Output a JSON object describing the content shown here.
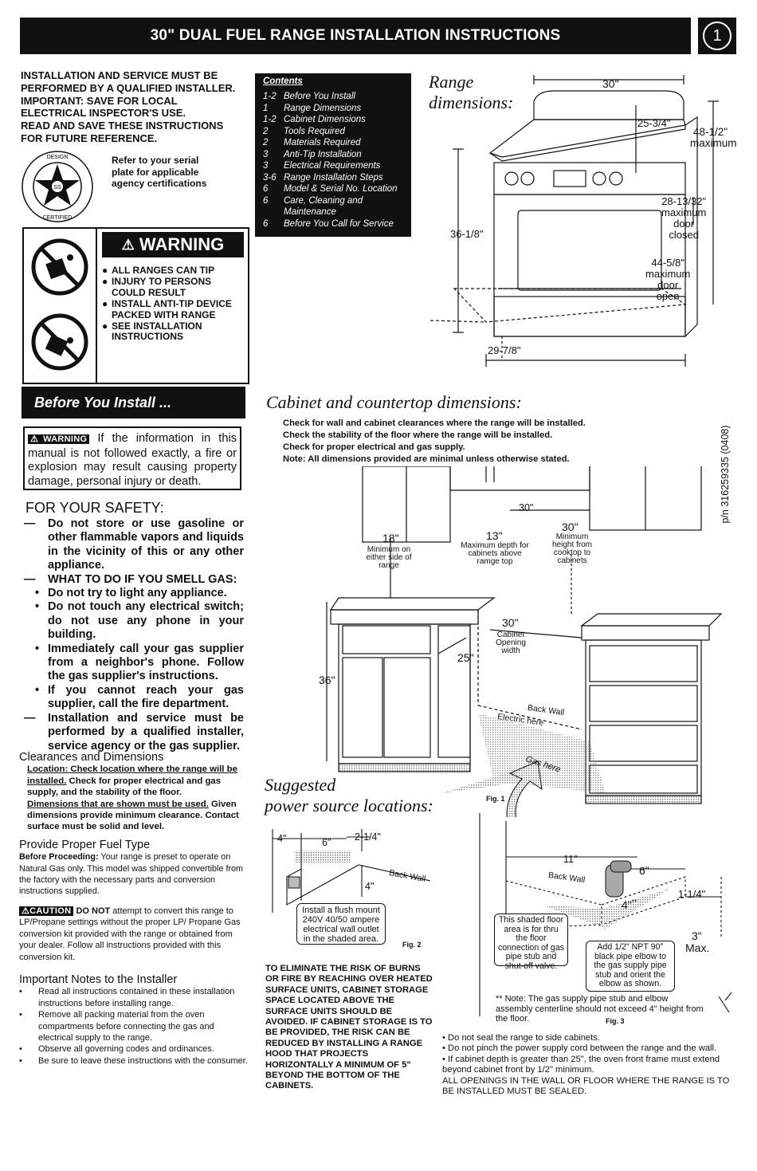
{
  "header": {
    "title": "30\" DUAL FUEL RANGE INSTALLATION INSTRUCTIONS",
    "page_number": "1"
  },
  "intro_lines": [
    "INSTALLATION AND SERVICE MUST BE",
    "PERFORMED BY A QUALIFIED INSTALLER.",
    "IMPORTANT: SAVE FOR LOCAL",
    "ELECTRICAL INSPECTOR'S USE.",
    "READ AND SAVE THESE INSTRUCTIONS",
    "FOR FUTURE REFERENCE."
  ],
  "seal": {
    "top_text": "DESIGN",
    "bottom_text": "CERTIFIED",
    "center": "SS"
  },
  "seal_note": "Refer to your serial plate for applicable agency certifications",
  "contents": {
    "title": "Contents",
    "items": [
      {
        "page": "1-2",
        "label": "Before You Install"
      },
      {
        "page": "1",
        "label": "Range Dimensions"
      },
      {
        "page": "1-2",
        "label": "Cabinet Dimensions"
      },
      {
        "page": "2",
        "label": "Tools Required"
      },
      {
        "page": "2",
        "label": "Materials Required"
      },
      {
        "page": "3",
        "label": "Anti-Tip Installation"
      },
      {
        "page": "3",
        "label": "Electrical Requirements"
      },
      {
        "page": "3-6",
        "label": "Range Installation Steps"
      },
      {
        "page": "6",
        "label": "Model & Serial No. Location"
      },
      {
        "page": "6",
        "label": "Care, Cleaning and Maintenance"
      },
      {
        "page": "6",
        "label": "Before You Call for Service"
      }
    ]
  },
  "range_dims": {
    "title_1": "Range",
    "title_2": "dimensions:",
    "width": "30\"",
    "depth_top": "25-3/4\"",
    "height_max": "48-1/2\"",
    "height_max_note": "maximum",
    "height": "36-1/8\"",
    "door_closed": "28-13/32\"",
    "door_closed_note_1": "maximum",
    "door_closed_note_2": "door",
    "door_closed_note_3": "closed",
    "door_open": "44-5/8\"",
    "door_open_note_1": "maximum",
    "door_open_note_2": "door",
    "door_open_note_3": "open",
    "bottom_width": "29-7/8\""
  },
  "warning": {
    "label": "WARNING",
    "items": [
      "ALL RANGES CAN TIP",
      "INJURY TO PERSONS COULD RESULT",
      "INSTALL ANTI-TIP DEVICE PACKED WITH RANGE",
      "SEE INSTALLATION INSTRUCTIONS"
    ]
  },
  "before_install": {
    "title": "Before You Install ...",
    "warning_tag": "WARNING",
    "warning_text": "If the information in this manual is not followed exactly, a fire or explosion may result causing property damage, personal injury or death.",
    "safety_title": "FOR YOUR SAFETY:",
    "dash_1": "Do not store or use gasoline or other flammable vapors and liquids in the vicinity of this or any other appliance.",
    "dash_2": "WHAT TO DO IF YOU SMELL GAS:",
    "bullets": [
      "Do not try to light any appliance.",
      "Do not touch any electrical switch; do not use any phone in your building.",
      "Immediately call your gas supplier from a neighbor's phone. Follow the gas supplier's instructions.",
      "If you cannot reach your gas supplier, call the fire department."
    ],
    "dash_3": "Installation and service must be performed by a qualified installer, service agency or the gas supplier."
  },
  "clearances": {
    "title": "Clearances and Dimensions",
    "loc_underline": "Location: Check location where the range will be installed.",
    "loc_rest": " Check for proper electrical and gas supply, and the stability of the floor.",
    "dims_underline": "Dimensions that are shown must be used.",
    "dims_rest": " Given dimensions provide minimum clearance. Contact surface must be solid and level."
  },
  "fuel": {
    "title": "Provide Proper Fuel Type",
    "lead": "Before Proceeding:",
    "text": " Your range is preset to operate on Natural Gas only. This model was shipped convertible from the factory with the necessary parts and conversion instructions supplied.",
    "caution_tag": "CAUTION",
    "do_not": "DO NOT",
    "caution_text": " attempt to convert this range to LP/Propane settings without the proper LP/ Propane Gas conversion kit provided with the range or obtained from your dealer.  Follow all instructions provided with this conversion kit."
  },
  "notes": {
    "title": "Important Notes to the Installer",
    "items": [
      "Read all instructions contained in these installation instructions before installing range.",
      "Remove all packing material from the oven compartments before connecting the gas and electrical supply to the range.",
      "Observe all governing codes and ordinances.",
      "Be sure to leave these instructions with the consumer."
    ]
  },
  "cabinet": {
    "title": "Cabinet and countertop dimensions:",
    "lines": [
      "Check for wall and cabinet clearances where the range will be installed.",
      "Check the stability of the floor where the range will be installed.",
      "Check for proper electrical and gas supply.",
      "Note: All dimensions provided are minimal unless otherwise stated."
    ],
    "d_30_top": "30\"",
    "d_18": "18\"",
    "d_18_note": "Minimum on either side of range",
    "d_13": "13\"",
    "d_13_note": "Maximum depth for cabinets above ramge top",
    "d_30_right": "30\"",
    "d_30_right_note": "Minimum height from cooktop to cabinets",
    "d_30_open": "30\"",
    "d_30_open_note": "Cabinet Opening width",
    "d_25": "25\"",
    "d_36": "36\"",
    "back_wall": "Back Wall",
    "electric_here": "Electric here",
    "gas_here": "Gas here",
    "fig": "Fig. 1"
  },
  "part_number": "p/n 316259335 (0408)",
  "power": {
    "title_1": "Suggested",
    "title_2": "power source locations:",
    "d4": "4\"",
    "d6": "6\"",
    "d2_1_4": "2-1/4\"",
    "d4b": "4\"",
    "back_wall": "Back Wall",
    "callout": "Install a flush mount 240V 40/50 ampere electrical wall outlet in the shaded area.",
    "fig": "Fig. 2"
  },
  "gas_fig": {
    "d11": "11\"",
    "d6": "6\"",
    "d1_1_4": "1-1/4\"",
    "d4": "4\"",
    "stars": "**",
    "d3": "3\"",
    "max": "Max.",
    "back_wall": "Back Wall",
    "callout_left": "This shaded floor area is for thru the floor connection of gas pipe stub and shut-off valve.",
    "callout_right": "Add 1/2\" NPT 90° black pipe elbow to the gas supply pipe stub and orient the elbow as shown.",
    "note": "** Note: The gas supply pipe stub and elbow assembly centerline should not exceed 4\" height from the floor.",
    "fig": "Fig. 3"
  },
  "caps_warning": "TO ELIMINATE THE RISK OF BURNS OR FIRE BY REACHING OVER HEATED SURFACE UNITS, CABINET STORAGE SPACE LOCATED ABOVE THE SURFACE UNITS SHOULD BE AVOIDED. IF CABINET STORAGE IS TO BE PROVIDED, THE RISK CAN BE REDUCED BY INSTALLING A RANGE HOOD THAT PROJECTS HORIZONTALLY A MINIMUM OF 5\" BEYOND THE BOTTOM OF THE CABINETS.",
  "bottom_notes": {
    "items": [
      "Do not seal the range to side cabinets.",
      "Do not pinch the power supply cord between the range and the wall.",
      "If cabinet depth is greater than 25\", the oven front frame must extend beyond cabinet front by 1/2\" minimum."
    ],
    "final": "ALL OPENINGS IN THE WALL OR FLOOR WHERE THE RANGE IS TO BE INSTALLED MUST BE SEALED."
  }
}
